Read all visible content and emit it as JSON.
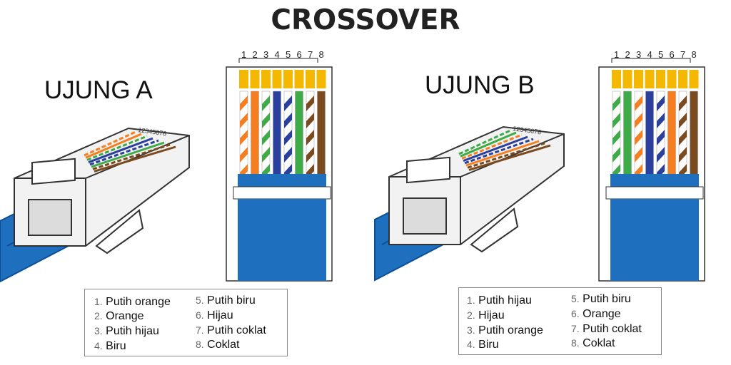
{
  "title": "CROSSOVER",
  "ends": [
    {
      "label": "UJUNG A",
      "pin_labels": [
        "1",
        "2",
        "3",
        "4",
        "5",
        "6",
        "7",
        "8"
      ],
      "plug_pin_text": "12345678",
      "wires": [
        {
          "base": "#ffffff",
          "stripe": "#f57f20"
        },
        {
          "base": "#f57f20",
          "stripe": null
        },
        {
          "base": "#ffffff",
          "stripe": "#3eab48"
        },
        {
          "base": "#2a3f9e",
          "stripe": null
        },
        {
          "base": "#ffffff",
          "stripe": "#2a3f9e"
        },
        {
          "base": "#3eab48",
          "stripe": null
        },
        {
          "base": "#ffffff",
          "stripe": "#7b4a1f"
        },
        {
          "base": "#7b4a1f",
          "stripe": null
        }
      ],
      "legend": [
        {
          "num": "1.",
          "text": "Putih orange"
        },
        {
          "num": "2.",
          "text": "Orange"
        },
        {
          "num": "3.",
          "text": "Putih hijau"
        },
        {
          "num": "4.",
          "text": "Biru"
        },
        {
          "num": "5.",
          "text": "Putih biru"
        },
        {
          "num": "6.",
          "text": "Hijau"
        },
        {
          "num": "7.",
          "text": "Putih coklat"
        },
        {
          "num": "8.",
          "text": "Coklat"
        }
      ]
    },
    {
      "label": "UJUNG B",
      "pin_labels": [
        "1",
        "2",
        "3",
        "4",
        "5",
        "6",
        "7",
        "8"
      ],
      "plug_pin_text": "12345678",
      "wires": [
        {
          "base": "#ffffff",
          "stripe": "#3eab48"
        },
        {
          "base": "#3eab48",
          "stripe": null
        },
        {
          "base": "#ffffff",
          "stripe": "#f57f20"
        },
        {
          "base": "#2a3f9e",
          "stripe": null
        },
        {
          "base": "#ffffff",
          "stripe": "#2a3f9e"
        },
        {
          "base": "#f57f20",
          "stripe": null
        },
        {
          "base": "#ffffff",
          "stripe": "#7b4a1f"
        },
        {
          "base": "#7b4a1f",
          "stripe": null
        }
      ],
      "legend": [
        {
          "num": "1.",
          "text": "Putih hijau"
        },
        {
          "num": "2.",
          "text": "Hijau"
        },
        {
          "num": "3.",
          "text": "Putih orange"
        },
        {
          "num": "4.",
          "text": "Biru"
        },
        {
          "num": "5.",
          "text": "Putih biru"
        },
        {
          "num": "6.",
          "text": "Orange"
        },
        {
          "num": "7.",
          "text": "Putih coklat"
        },
        {
          "num": "8.",
          "text": "Coklat"
        }
      ]
    }
  ],
  "colors": {
    "cable_blue": "#1f6fbf",
    "cable_dark": "#0d4f94",
    "contact_gold": "#f5b800",
    "plug_outline": "#333333"
  }
}
